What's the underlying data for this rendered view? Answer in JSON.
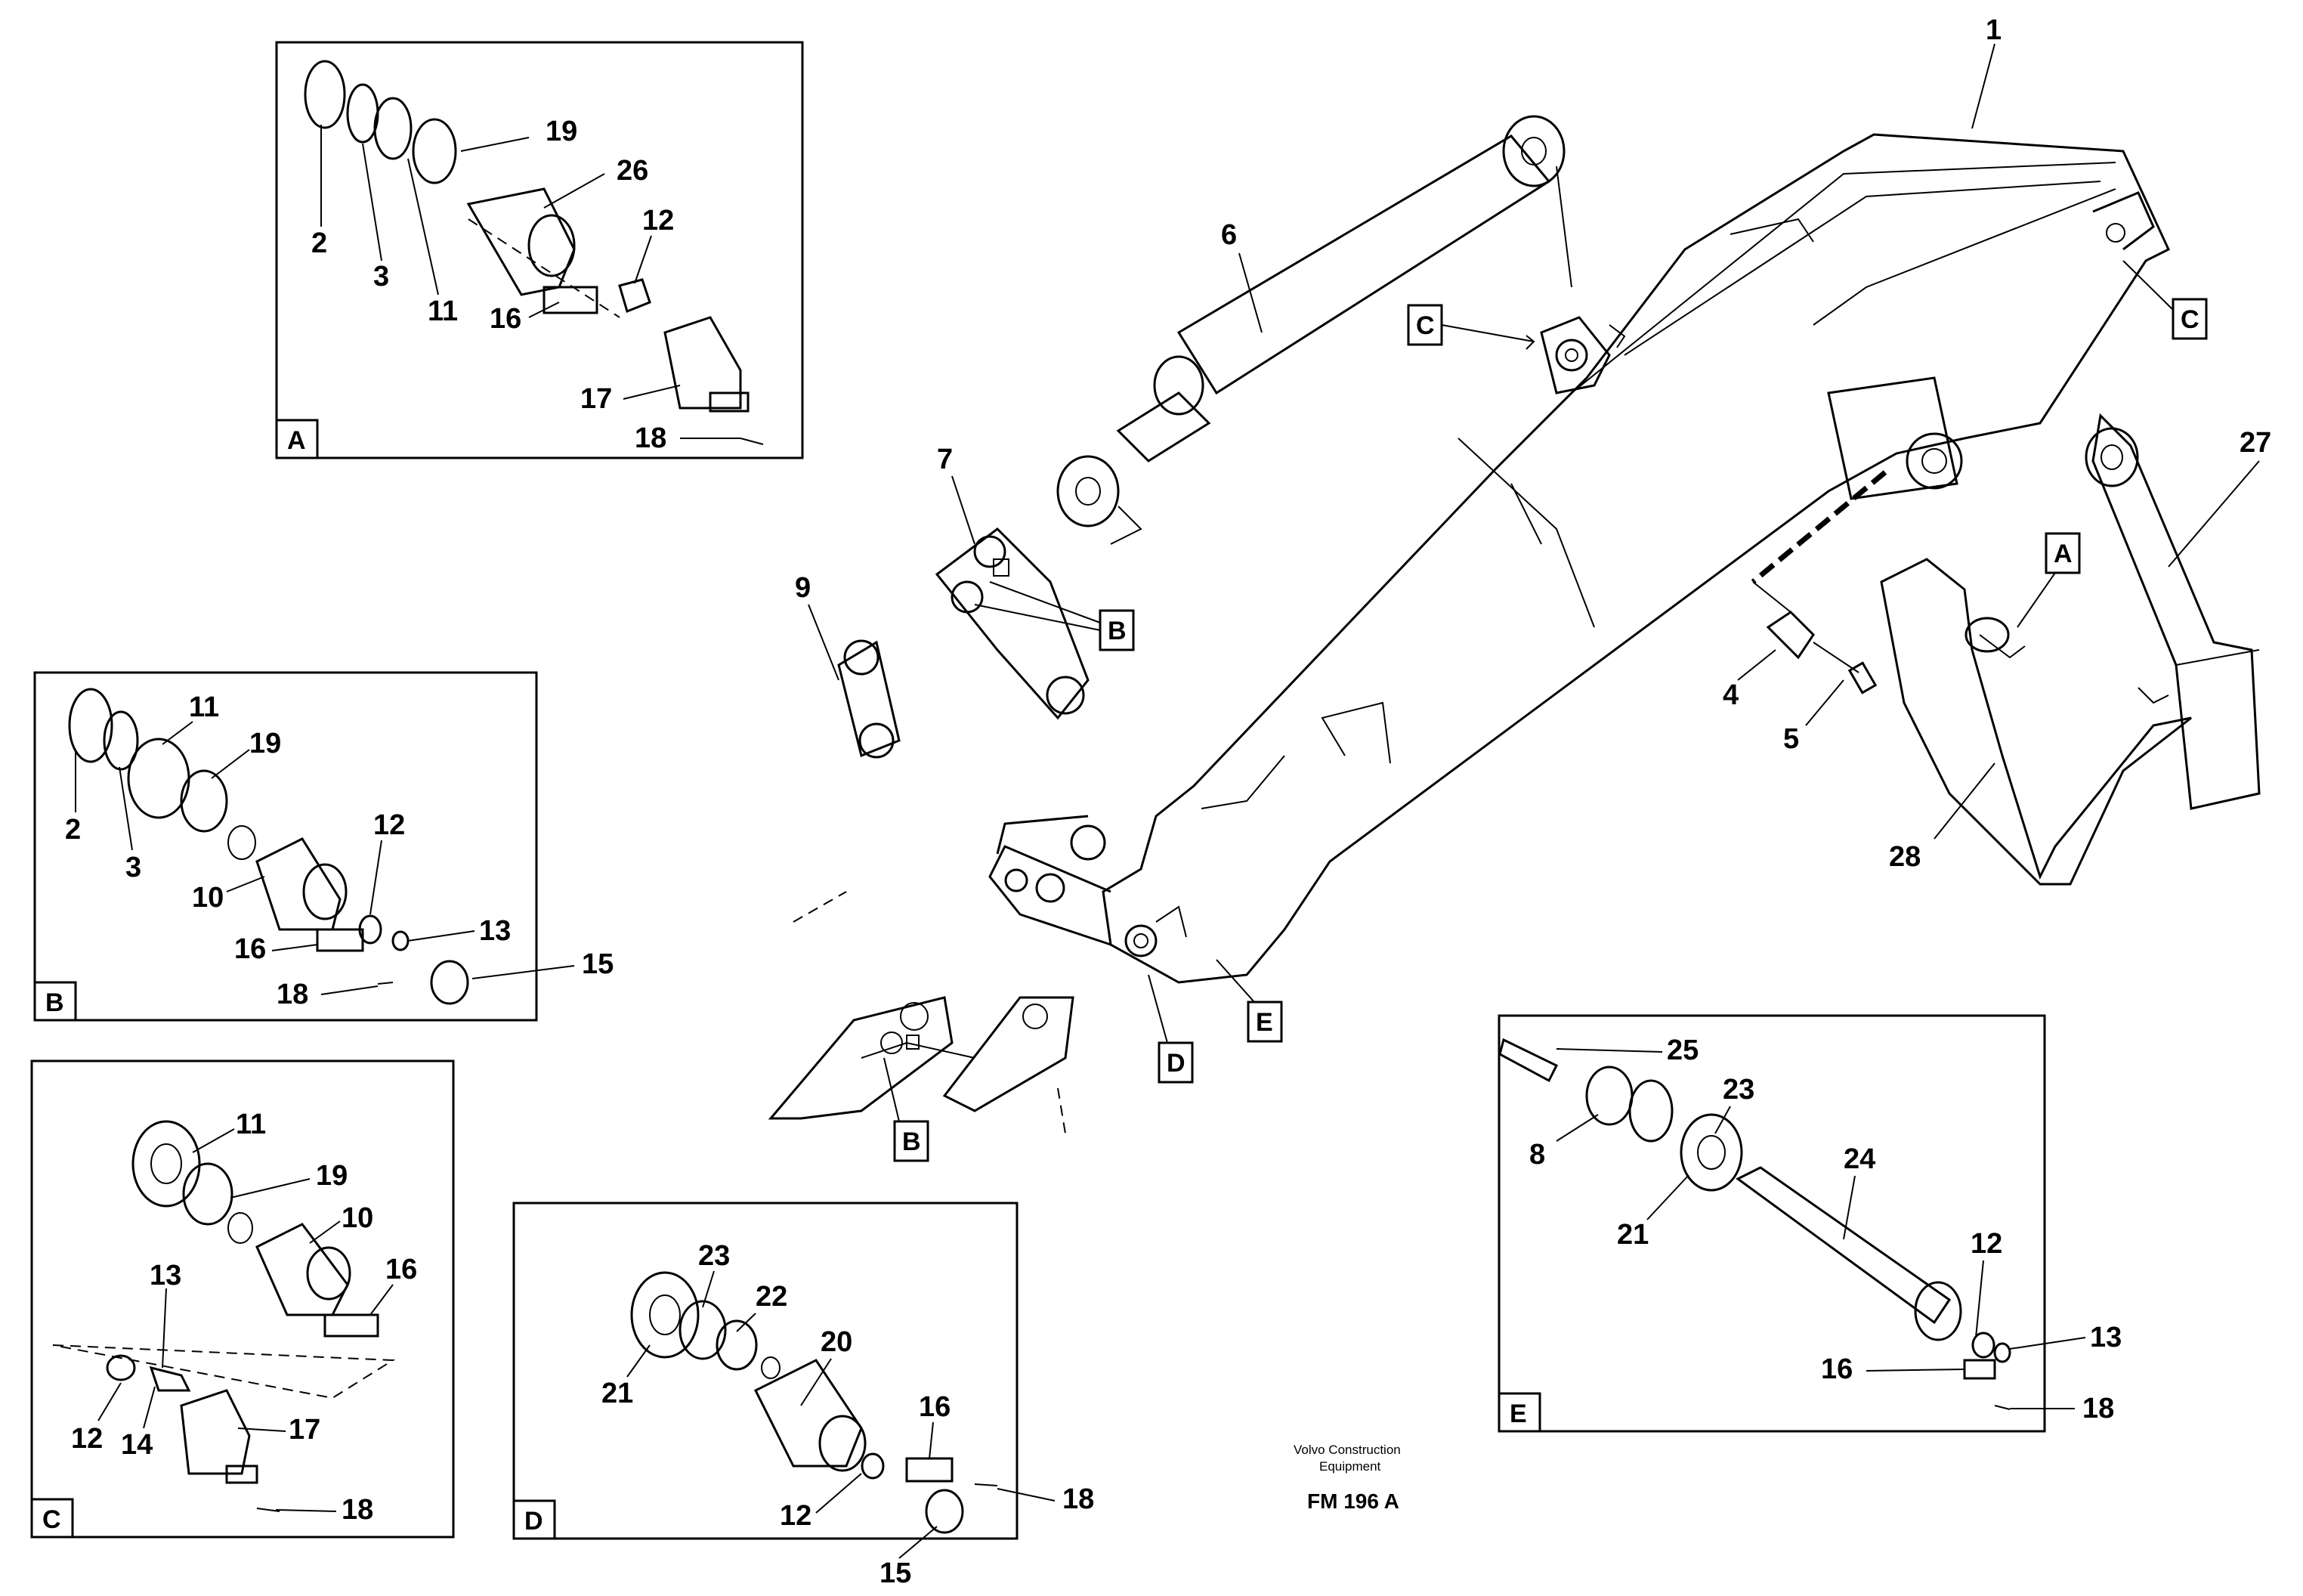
{
  "footer": {
    "company_line1": "Volvo Construction",
    "company_line2": "Equipment",
    "drawing_code": "FM 196  A"
  },
  "insets": {
    "A": {
      "letter": "A",
      "labels": [
        "19",
        "26",
        "2",
        "3",
        "11",
        "12",
        "16",
        "17",
        "18"
      ]
    },
    "B": {
      "letter": "B",
      "labels": [
        "11",
        "19",
        "2",
        "3",
        "10",
        "12",
        "13",
        "16",
        "18",
        "15"
      ]
    },
    "C": {
      "letter": "C",
      "labels": [
        "11",
        "19",
        "10",
        "13",
        "16",
        "12",
        "14",
        "17",
        "18"
      ]
    },
    "D": {
      "letter": "D",
      "labels": [
        "23",
        "22",
        "20",
        "21",
        "16",
        "12",
        "18",
        "15"
      ]
    },
    "E": {
      "letter": "E",
      "labels": [
        "25",
        "23",
        "8",
        "24",
        "21",
        "12",
        "13",
        "16",
        "18"
      ]
    }
  },
  "main": {
    "labels": [
      "1",
      "6",
      "7",
      "9",
      "27",
      "4",
      "5",
      "28"
    ],
    "callouts": [
      "C",
      "C",
      "B",
      "A",
      "B",
      "D",
      "E"
    ]
  }
}
